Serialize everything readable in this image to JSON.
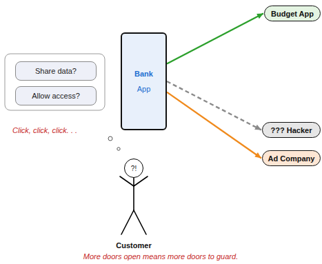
{
  "diagram": {
    "caption": "More doors open means more doors to guard.",
    "nodes": [
      {
        "text": [
          "Share data?"
        ]
      },
      {
        "text": [
          "Allow access?"
        ]
      },
      {
        "text": [
          "Bank",
          "App"
        ]
      },
      {
        "text": [
          "Budget App"
        ]
      },
      {
        "text": [
          "??? Hacker"
        ]
      },
      {
        "text": [
          "Ad Company"
        ]
      },
      {
        "text": [
          "?!"
        ]
      }
    ],
    "edges": [
      {
        "from": 2,
        "to": 3,
        "arrow": "to"
      },
      {
        "from": 2,
        "to": 4,
        "arrow": "to"
      },
      {
        "from": 2,
        "to": 5,
        "arrow": "to"
      }
    ],
    "labels": [
      "Click, click, click. . .",
      "Customer"
    ]
  }
}
